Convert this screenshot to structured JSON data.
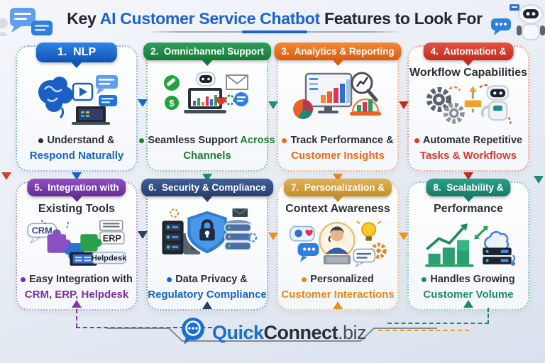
{
  "header": {
    "title_pre": "Key ",
    "title_highlight": "AI Customer Service Chatbot",
    "title_post": " Features to Look For",
    "highlight_color": "#1b64cf"
  },
  "cards": [
    {
      "num": "1.",
      "title": "NLP",
      "subtitle": "",
      "line1": "Understand &",
      "line1_colored": "",
      "line2": "Respond Naturally",
      "accent": "#1563c9",
      "icon": "brain-nlp-icon"
    },
    {
      "num": "2.",
      "title": "Omnichannel Support",
      "subtitle": "",
      "line1": "Seamless Support",
      "line1_colored": "Across",
      "line2": "Channels",
      "accent": "#1e7e38",
      "icon": "omnichannel-devices-icon",
      "icon_labels": [
        "$"
      ]
    },
    {
      "num": "3.",
      "title": "Analytics & Reporting",
      "subtitle": "",
      "line1": "Track Performance &",
      "line1_colored": "",
      "line2": "Customer Insights",
      "accent": "#ed6a1a",
      "icon": "analytics-dashboard-icon"
    },
    {
      "num": "4.",
      "title": "Automation &",
      "subtitle": "Workflow Capabilities",
      "line1": "Automate Repetitive",
      "line1_colored": "",
      "line2": "Tasks & Workflows",
      "accent": "#de3a2b",
      "icon": "gears-robot-icon"
    },
    {
      "num": "5.",
      "title": "Integration with",
      "subtitle": "Existing Tools",
      "line1": "Easy Integration with",
      "line1_colored": "",
      "line2": "CRM, ERP, Helpdesk",
      "accent": "#7b2fa0",
      "icon": "puzzle-integration-icon",
      "icon_labels": [
        "CRM",
        "ERP",
        "Helpdesk"
      ]
    },
    {
      "num": "6.",
      "title": "Security & Compliance",
      "subtitle": "",
      "line1": "Data Privacy &",
      "line1_colored": "",
      "line2": "Regulatory Compliance",
      "accent": "#1563c9",
      "icon": "shield-lock-icon"
    },
    {
      "num": "7.",
      "title": "Personalization &",
      "subtitle": "Context Awareness",
      "line1": "Personalized",
      "line1_colored": "",
      "line2": "Customer Interactions",
      "accent": "#e0891a",
      "icon": "customer-avatar-icon"
    },
    {
      "num": "8.",
      "title": "Scalability &",
      "subtitle": "Performance",
      "line1": "Handles Growing",
      "line1_colored": "",
      "line2": "Customer Volume",
      "accent": "#1e8a70",
      "icon": "growth-chart-icon"
    }
  ],
  "footer": {
    "brand_quick": "Quick",
    "brand_connect": "Connect",
    "brand_tld": ".biz",
    "brand_blue": "#1b6fd0"
  }
}
